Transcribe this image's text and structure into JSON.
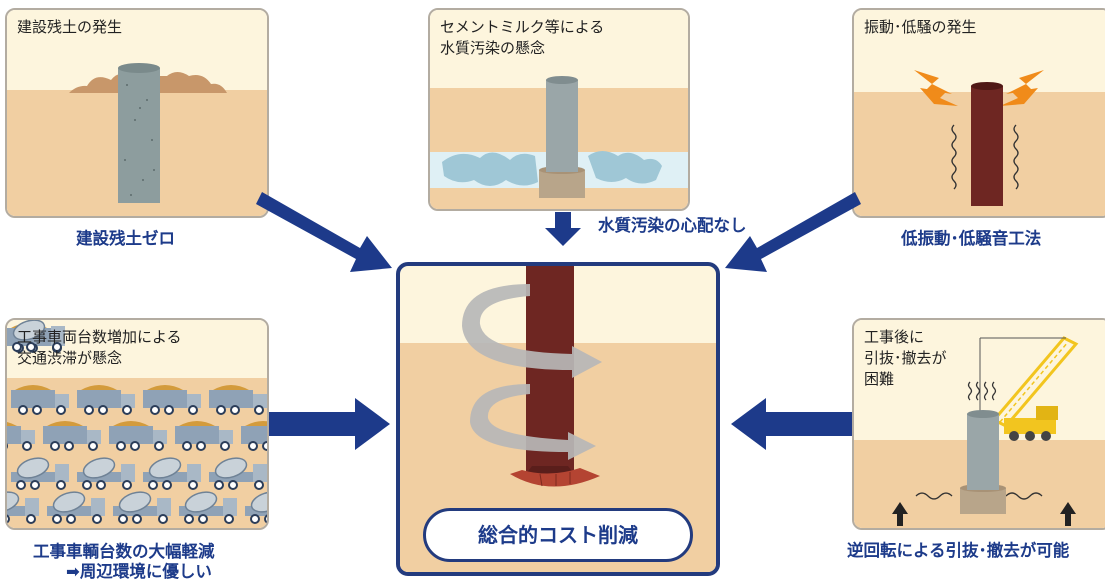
{
  "panels": {
    "top_left": {
      "title": "建設残土の発生",
      "caption": "建設残土ゼロ"
    },
    "top_middle": {
      "title": "セメントミルク等による\n水質汚染の懸念",
      "caption": "水質汚染の心配なし"
    },
    "top_right": {
      "title": "振動･低騒の発生",
      "caption": "低振動･低騒音工法"
    },
    "bottom_left": {
      "title": "工事車両台数増加による\n交通渋滞が懸念",
      "caption_line1": "工事車輌台数の大幅軽減",
      "caption_line2": "➡周辺環境に優しい"
    },
    "bottom_right": {
      "title": "工事後に\n引抜･撤去が\n困難",
      "caption": "逆回転による引抜･撤去が可能"
    }
  },
  "center": {
    "label": "総合的コスト削減"
  },
  "colors": {
    "arrow": "#1d3a8a",
    "caption": "#1d3b8a",
    "sky": "#fdf5dd",
    "soil": "#f1cfa2",
    "steel_pile": "#6e2622",
    "concrete_pile": "#95a1a3"
  },
  "icons": [
    "dirt-mound-icon",
    "concrete-pile-icon",
    "contamination-icon",
    "vibration-icon",
    "truck-icon",
    "mixer-truck-icon",
    "crane-icon",
    "spiral-arrow-icon",
    "up-arrow-icon"
  ]
}
